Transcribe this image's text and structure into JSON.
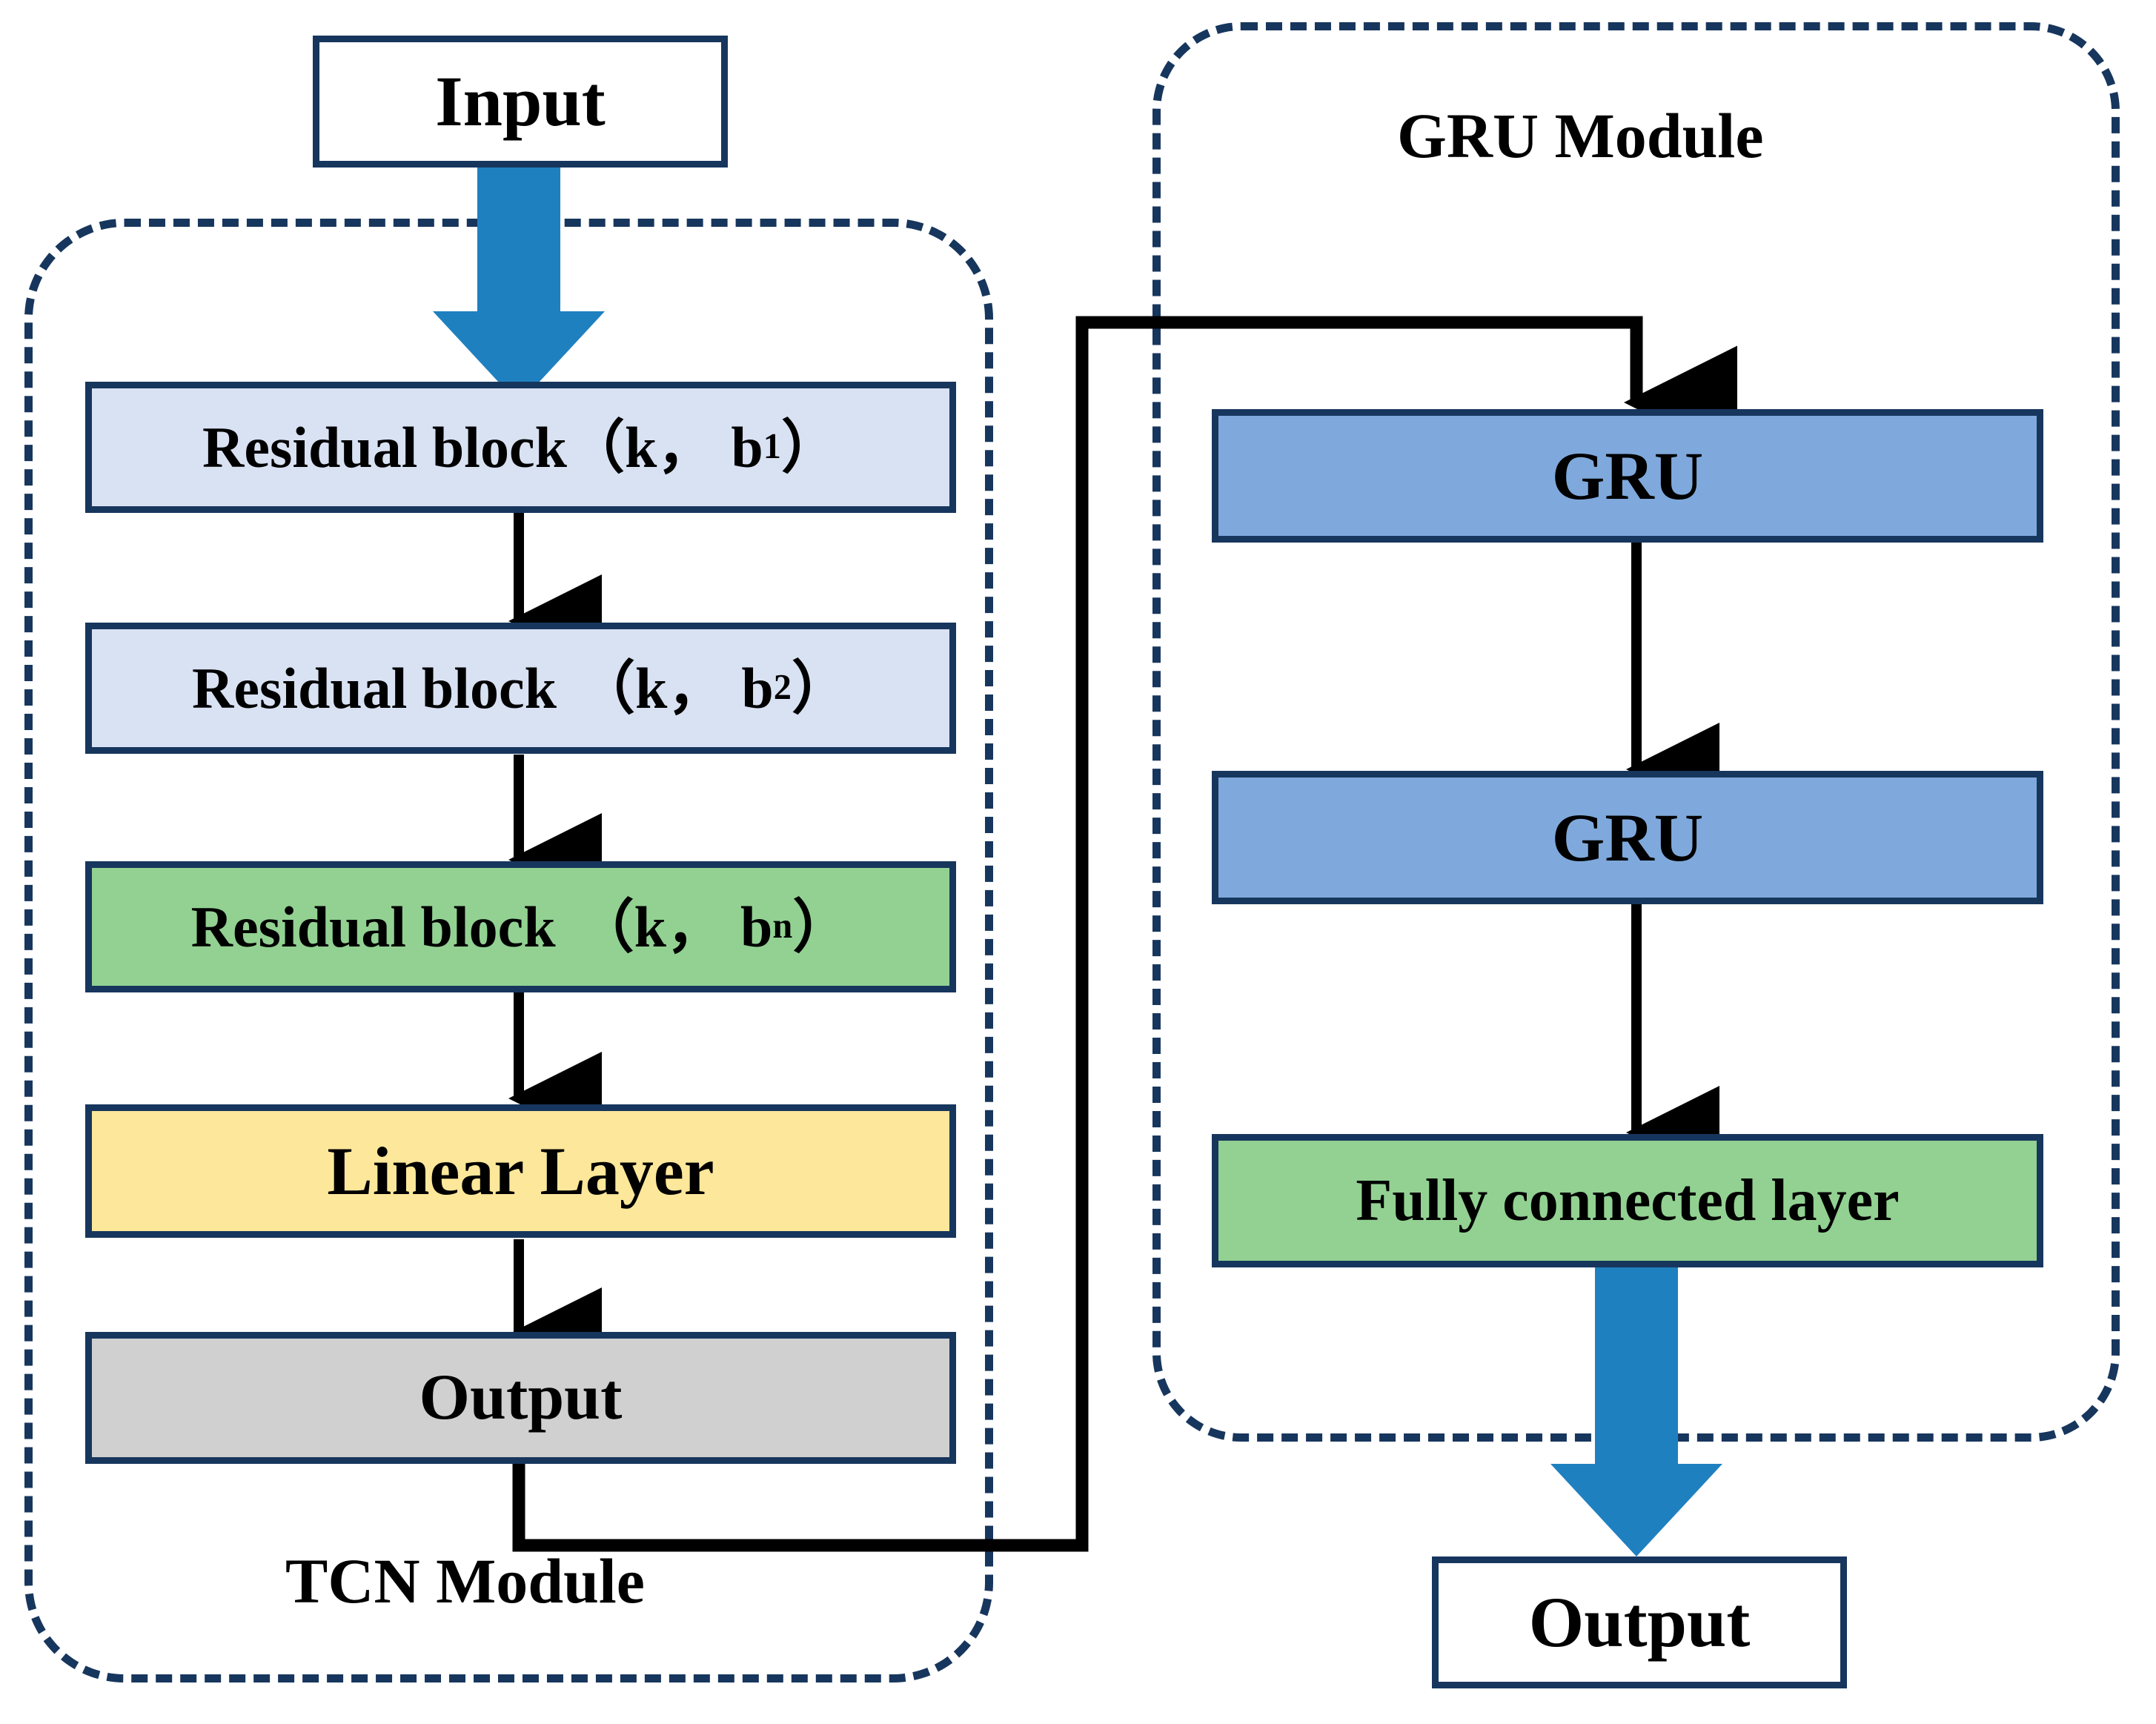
{
  "diagram": {
    "title_visible": false,
    "colors": {
      "outline": "#17365D",
      "arrow_blue": "#1F80C0",
      "residual_light_blue": "#D9E2F3",
      "residual_green": "#92D192",
      "linear_yellow": "#FCE79A",
      "output_gray": "#D0D0D0",
      "gru_blue": "#7FA9DC",
      "fc_green": "#92D192",
      "white": "#FFFFFF",
      "black": "#000000"
    },
    "groups": [
      {
        "id": "tcn",
        "label": "TCN Module"
      },
      {
        "id": "gru",
        "label": "GRU Module"
      }
    ],
    "nodes": {
      "input": {
        "label": "Input"
      },
      "residual_1": {
        "prefix": "Residual block",
        "args_open": "（",
        "arg_k": "k，",
        "arg_b": "b",
        "arg_sup": "1",
        "args_close": "）"
      },
      "residual_2": {
        "prefix": "Residual block",
        "args_open": "（",
        "arg_k": "k，",
        "arg_b": "b",
        "arg_sup": "2",
        "args_close": "）"
      },
      "residual_n": {
        "prefix": "Residual block",
        "args_open": "（",
        "arg_k": "k，",
        "arg_b": "b",
        "arg_sup": "n",
        "args_close": "）"
      },
      "linear_layer": {
        "label": "Linear Layer"
      },
      "tcn_output": {
        "label": "Output"
      },
      "gru_1": {
        "label": "GRU"
      },
      "gru_2": {
        "label": "GRU"
      },
      "fully_connected": {
        "label": "Fully connected layer"
      },
      "final_output": {
        "label": "Output"
      }
    },
    "edges": [
      {
        "id": "input-to-residual1",
        "style": "thick-blue-arrow",
        "from": "input",
        "to": "residual_1"
      },
      {
        "id": "residual1-to-residual2",
        "style": "thin-black-arrow",
        "from": "residual_1",
        "to": "residual_2"
      },
      {
        "id": "residual2-to-residualn",
        "style": "thin-black-arrow",
        "from": "residual_2",
        "to": "residual_n"
      },
      {
        "id": "residualn-to-linear",
        "style": "thin-black-arrow",
        "from": "residual_n",
        "to": "linear_layer"
      },
      {
        "id": "linear-to-output",
        "style": "thin-black-arrow",
        "from": "linear_layer",
        "to": "tcn_output"
      },
      {
        "id": "tcnoutput-to-gru1",
        "style": "elbow-black-arrow",
        "from": "tcn_output",
        "to": "gru_1"
      },
      {
        "id": "gru1-to-gru2",
        "style": "thin-black-arrow",
        "from": "gru_1",
        "to": "gru_2"
      },
      {
        "id": "gru2-to-fc",
        "style": "thin-black-arrow",
        "from": "gru_2",
        "to": "fully_connected"
      },
      {
        "id": "fc-to-finaloutput",
        "style": "thick-blue-arrow",
        "from": "fully_connected",
        "to": "final_output"
      }
    ]
  }
}
